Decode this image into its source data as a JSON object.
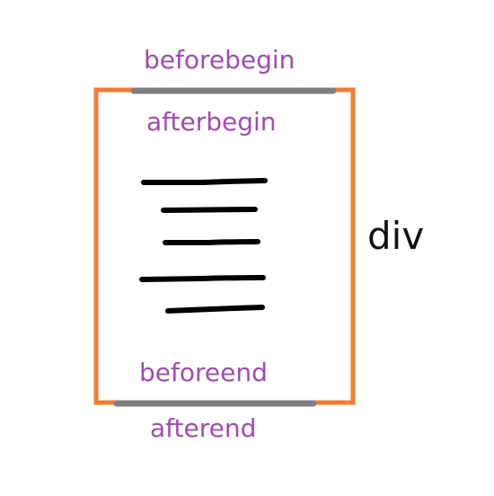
{
  "colors": {
    "box_border": "#F47A32",
    "boundary_line": "#7F7F7F",
    "position_label": "#A24BB3",
    "content_line": "#000000",
    "element_label": "#111111"
  },
  "labels": {
    "beforebegin": "beforebegin",
    "afterbegin": "afterbegin",
    "beforeend": "beforeend",
    "afterend": "afterend",
    "element": "div"
  }
}
